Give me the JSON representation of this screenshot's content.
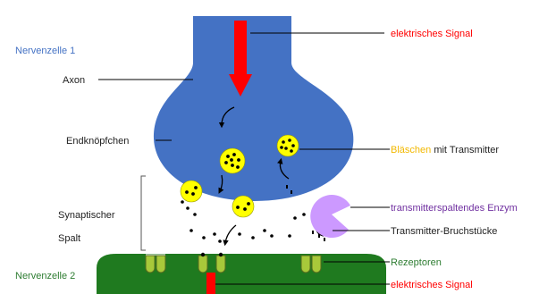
{
  "labels": {
    "nerve_cell_1": "Nervenzelle 1",
    "axon": "Axon",
    "end_bulb": "Endknöpfchen",
    "synaptic_cleft_1": "Synaptischer",
    "synaptic_cleft_2": "Spalt",
    "nerve_cell_2": "Nervenzelle 2",
    "electric_signal_top": "elektrisches Signal",
    "vesicles_word": "Bläschen",
    "vesicles_rest": " mit Transmitter",
    "enzyme": "transmitterspaltendes Enzym",
    "fragments": "Transmitter-Bruchstücke",
    "receptors": "Rezeptoren",
    "electric_signal_bottom": "elektrisches Signal"
  },
  "colors": {
    "neuron_blue": "#4472c4",
    "neuron_green": "#1f7a1f",
    "signal_red": "#ff0000",
    "vesicle_yellow": "#ffff00",
    "enzyme_purple": "#cc99ff",
    "receptor_green": "#a8c93a",
    "label_blue": "#4472c4",
    "label_green": "#2e7d32",
    "label_yellow": "#f2b800",
    "label_purple": "#7030a0",
    "label_red": "#ff0000"
  }
}
